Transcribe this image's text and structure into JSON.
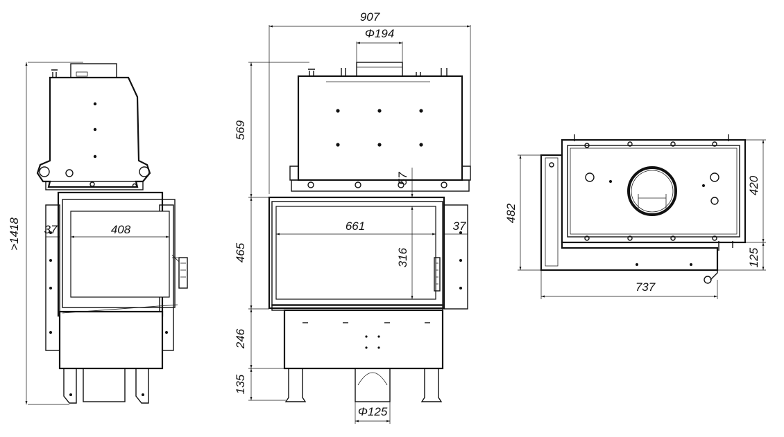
{
  "diagram": {
    "views": {
      "side": {
        "dimensions": {
          "height_total": ">1418",
          "door_offset": "37",
          "glass_width": "408"
        }
      },
      "front": {
        "dimensions": {
          "width_total": "907",
          "flue_top": "Φ194",
          "upper_height": "569",
          "door_height": "465",
          "lower_height": "246",
          "foot_height": "135",
          "glass_width": "661",
          "side_offset": "37",
          "glass_height": "316",
          "top_gap": "57",
          "flue_bottom": "Φ125"
        }
      },
      "top": {
        "dimensions": {
          "depth_total": "482",
          "depth_inner": "420",
          "rear_offset": "125",
          "width_total": "737"
        }
      }
    }
  }
}
